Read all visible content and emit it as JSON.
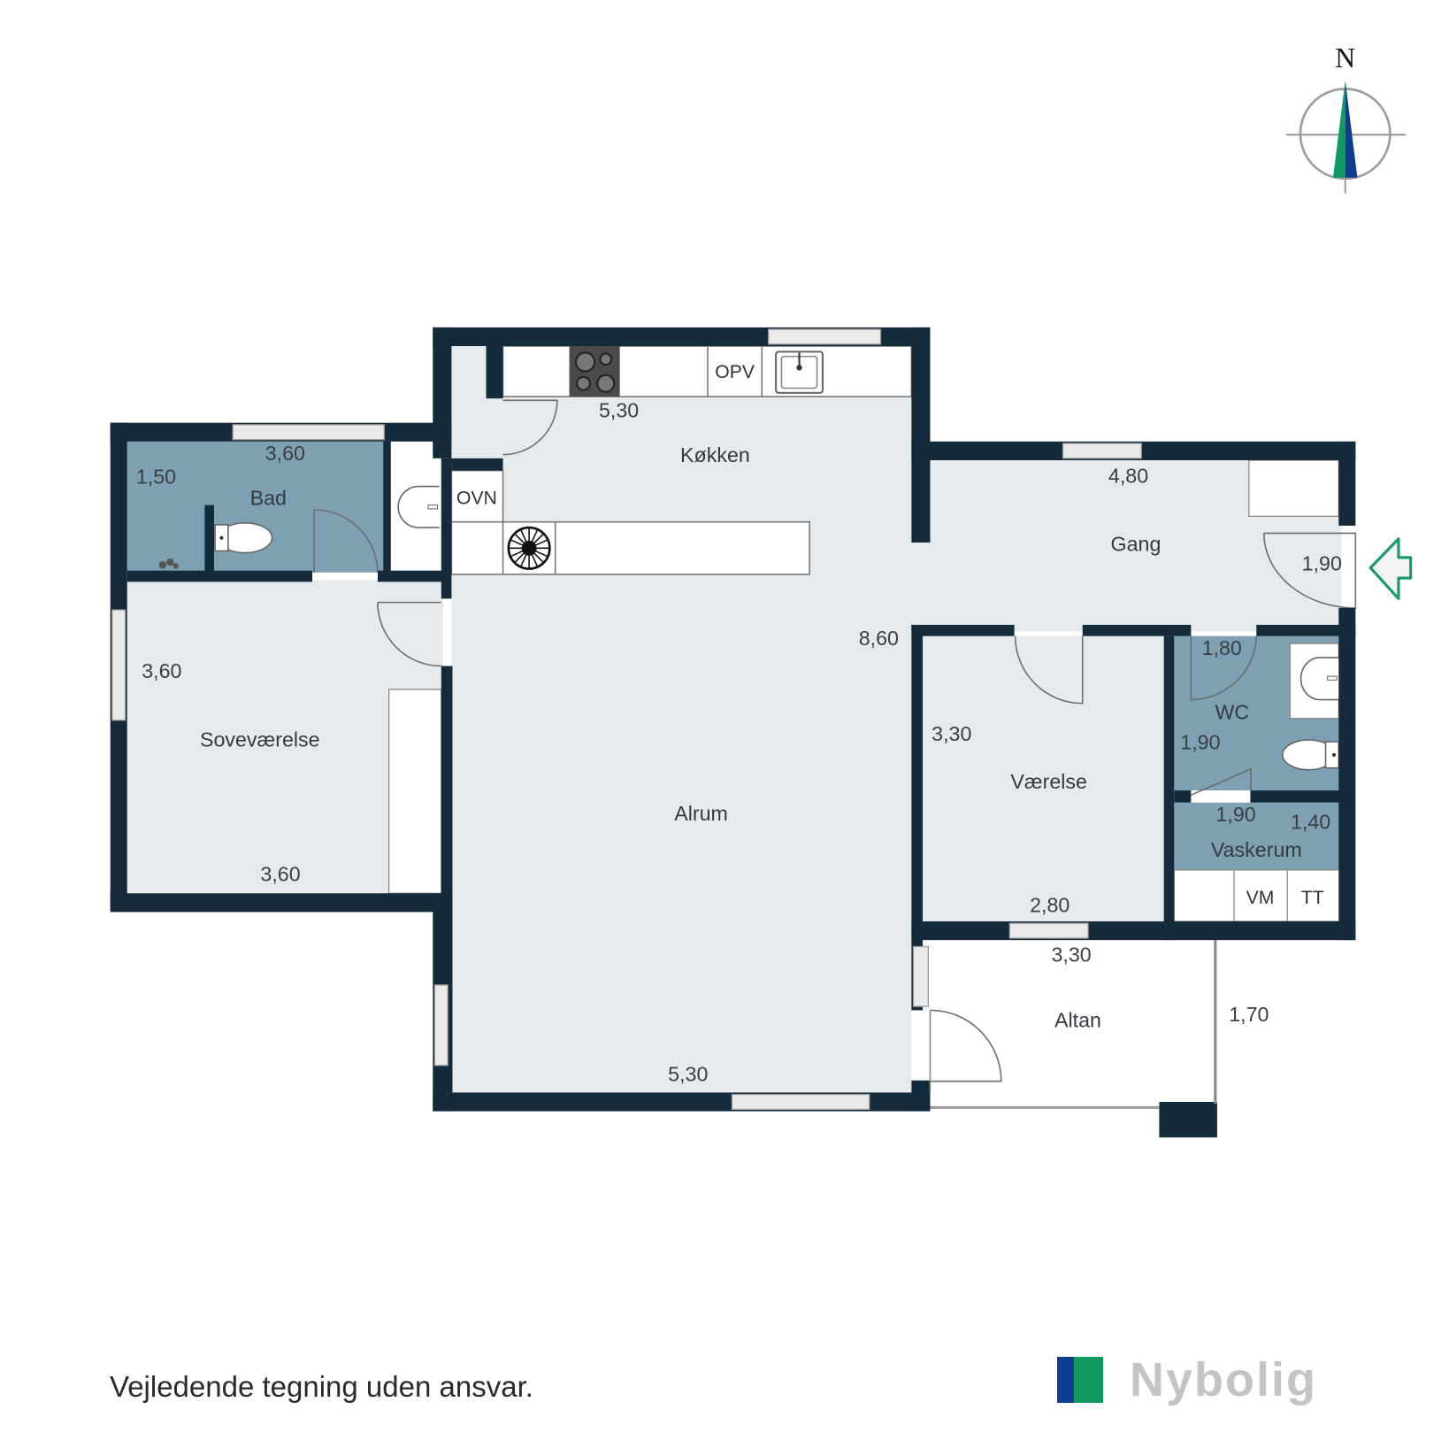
{
  "compass": {
    "north_label": "N",
    "colors": {
      "green": "#0f9a64",
      "blue": "#0d3d8c",
      "ring": "#9c9c9c"
    }
  },
  "rooms": {
    "kitchen": {
      "name": "Køkken",
      "dims": [
        "5,30"
      ]
    },
    "bath": {
      "name": "Bad",
      "dims": [
        "3,60",
        "1,50"
      ]
    },
    "bedroom": {
      "name": "Soveværelse",
      "dims": [
        "3,60",
        "3,60"
      ]
    },
    "living": {
      "name": "Alrum",
      "dims": [
        "8,60",
        "5,30"
      ]
    },
    "hall": {
      "name": "Gang",
      "dims": [
        "4,80",
        "1,90"
      ]
    },
    "room": {
      "name": "Værelse",
      "dims": [
        "3,30",
        "2,80"
      ]
    },
    "wc": {
      "name": "WC",
      "dims": [
        "1,80",
        "1,90"
      ]
    },
    "laundry": {
      "name": "Vaskerum",
      "dims": [
        "1,90",
        "1,40"
      ]
    },
    "balcony": {
      "name": "Altan",
      "dims": [
        "3,30",
        "1,70"
      ]
    }
  },
  "fixtures": {
    "dishwasher": "OPV",
    "oven": "OVN",
    "washing_machine": "VM",
    "tumble_dryer": "TT"
  },
  "entrance": {
    "icon": "entrance-arrow-icon",
    "color": "#1a9a6a"
  },
  "colors": {
    "wall": "#132b3a",
    "floor": "#e6eaed",
    "wet_floor": "#7f9fb3"
  },
  "footer": {
    "disclaimer": "Vejledende tegning uden ansvar.",
    "brand": "Nybolig",
    "brand_colors": {
      "blue": "#0d3d8c",
      "green": "#0f9a64",
      "text": "#c3c4c4"
    }
  }
}
